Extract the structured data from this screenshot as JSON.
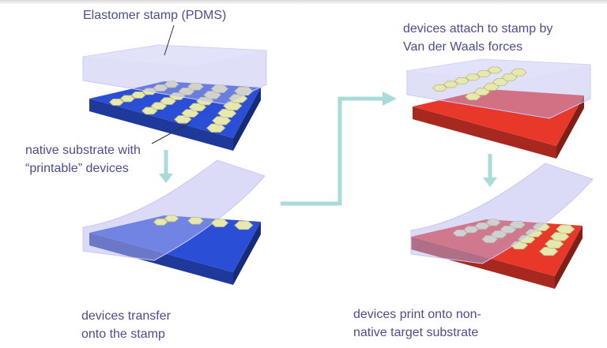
{
  "labels": {
    "stamp": "Elastomer stamp (PDMS)",
    "native_line1": "native substrate with",
    "native_line2": "“printable” devices",
    "transfer_line1": "devices transfer",
    "transfer_line2": "onto the stamp",
    "attach_line1": "devices attach to stamp by",
    "attach_line2": "Van der Waals forces",
    "print_line1": "devices print onto non-",
    "print_line2": "native target substrate"
  },
  "colors": {
    "text": "#4d4d8c",
    "arrow": "#a9dcd8",
    "native_substrate": "#2a4fd6",
    "target_substrate": "#e8382a",
    "device": "#e6e8b0",
    "stamp": "#b8b8f0"
  }
}
